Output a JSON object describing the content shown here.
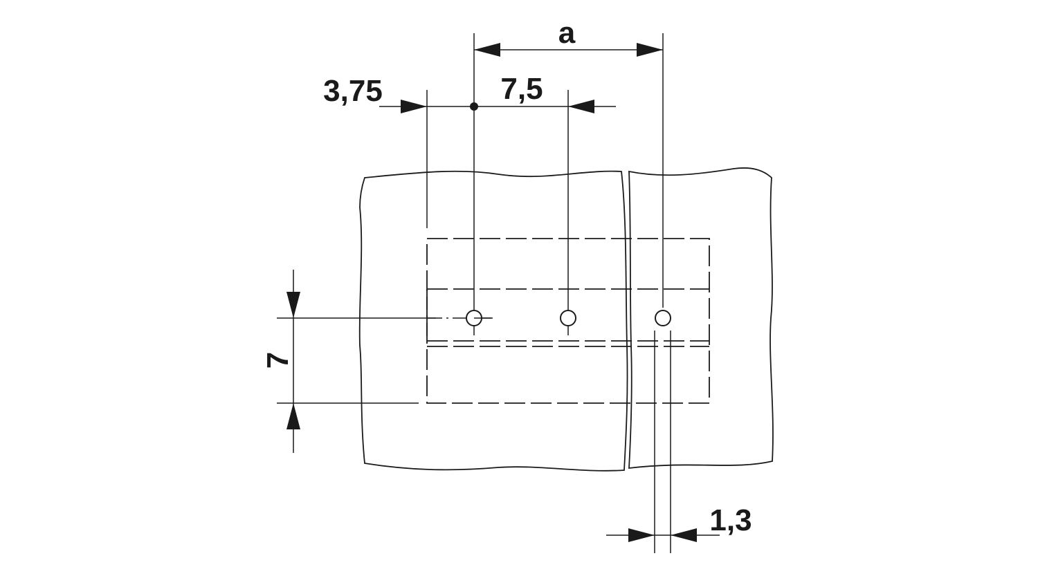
{
  "dimensions": {
    "pitch_total": "a",
    "offset_left": "3,75",
    "pitch": "7,5",
    "row_spacing": "7",
    "hole_diameter": "1,3"
  }
}
